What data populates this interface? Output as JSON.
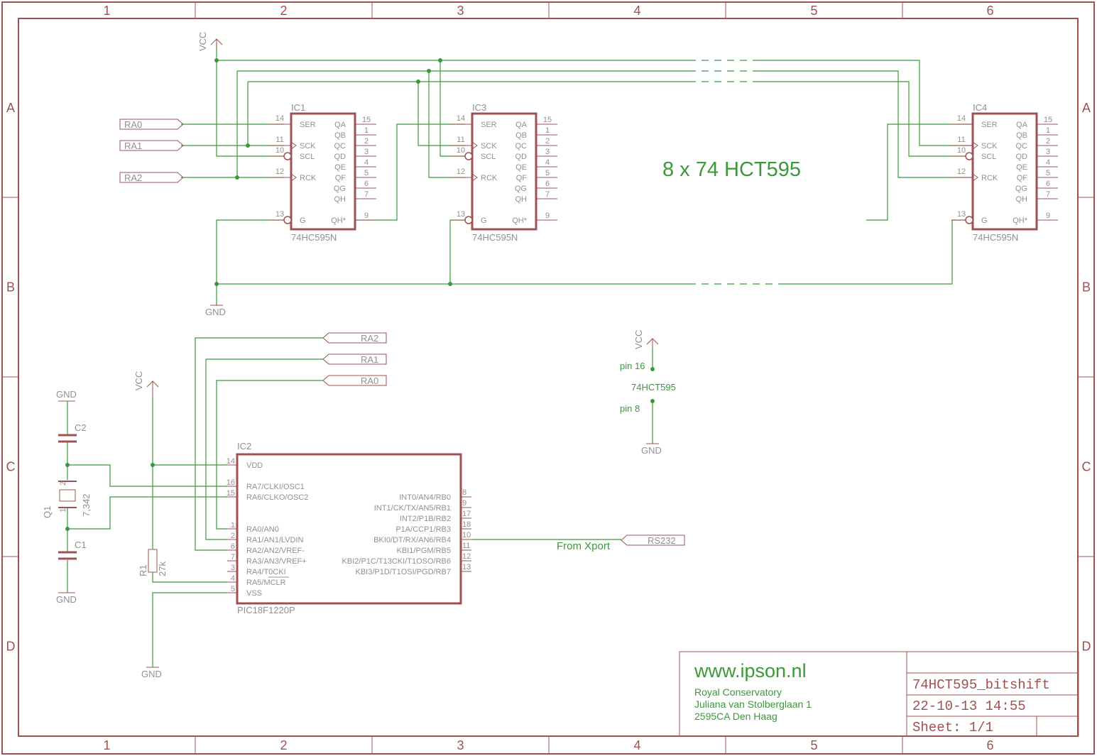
{
  "grid": {
    "columns": [
      "1",
      "2",
      "3",
      "4",
      "5",
      "6"
    ],
    "rows": [
      "A",
      "B",
      "C",
      "D"
    ]
  },
  "title_block": {
    "website": "www.ipson.nl",
    "address_lines": [
      "Royal Conservatory",
      "Juliana van Stolberglaan 1",
      "2595CA Den Haag"
    ],
    "drawing_name": "74HCT595_bitshift",
    "date": "22-10-13 14:55",
    "sheet": "Sheet: 1/1"
  },
  "heading": "8 x 74 HCT595",
  "nets": {
    "vcc": "VCC",
    "gnd": "GND",
    "ra0": "RA0",
    "ra1": "RA1",
    "ra2": "RA2",
    "rs232": "RS232",
    "from_xport": "From Xport"
  },
  "shift_registers": [
    {
      "ref": "IC1",
      "part": "74HC595N"
    },
    {
      "ref": "IC3",
      "part": "74HC595N"
    },
    {
      "ref": "IC4",
      "part": "74HC595N"
    }
  ],
  "sr_pins_left": [
    {
      "num": "14",
      "name": "SER"
    },
    {
      "num": "11",
      "name": "SCK"
    },
    {
      "num": "10",
      "name": "SCL"
    },
    {
      "num": "12",
      "name": "RCK"
    },
    {
      "num": "13",
      "name": "G"
    }
  ],
  "sr_pins_right": [
    {
      "num": "15",
      "name": "QA"
    },
    {
      "num": "1",
      "name": "QB"
    },
    {
      "num": "2",
      "name": "QC"
    },
    {
      "num": "3",
      "name": "QD"
    },
    {
      "num": "4",
      "name": "QE"
    },
    {
      "num": "5",
      "name": "QF"
    },
    {
      "num": "6",
      "name": "QG"
    },
    {
      "num": "7",
      "name": "QH"
    },
    {
      "num": "9",
      "name": "QH*"
    }
  ],
  "mcu": {
    "ref": "IC2",
    "part": "PIC18F1220P",
    "pins_left": [
      {
        "num": "14",
        "name": "VDD"
      },
      {
        "num": "16",
        "name": "RA7/CLKI/OSC1"
      },
      {
        "num": "15",
        "name": "RA6/CLKO/OSC2"
      },
      {
        "num": "1",
        "name": "RA0/AN0"
      },
      {
        "num": "2",
        "name": "RA1/AN1/LVDIN"
      },
      {
        "num": "6",
        "name": "RA2/AN2/VREF-"
      },
      {
        "num": "7",
        "name": "RA3/AN3/VREF+"
      },
      {
        "num": "3",
        "name": "RA4/T0CKI"
      },
      {
        "num": "4",
        "name": "RA5/MCLR"
      },
      {
        "num": "5",
        "name": "VSS"
      }
    ],
    "pins_right": [
      {
        "num": "8",
        "name": "INT0/AN4/RB0"
      },
      {
        "num": "9",
        "name": "INT1/CK/TX/AN5/RB1"
      },
      {
        "num": "17",
        "name": "INT2/P1B/RB2"
      },
      {
        "num": "18",
        "name": "P1A/CCP1/RB3"
      },
      {
        "num": "10",
        "name": "BKI0/DT/RX/AN6/RB4"
      },
      {
        "num": "11",
        "name": "KBI1/PGM/RB5"
      },
      {
        "num": "12",
        "name": "KBI2/P1C/T13CKI/T1OSO/RB6"
      },
      {
        "num": "13",
        "name": "KBI3/P1D/T1OSI/PGD/RB7"
      }
    ]
  },
  "passives": {
    "c1": "C1",
    "c2": "C2",
    "q1": "Q1",
    "q1_value": "7,342",
    "q1_pin1": "1",
    "q1_pin2": "2",
    "r1": "R1",
    "r1_value": "27k"
  },
  "power_note": {
    "pin16": "pin 16",
    "chip": "74HCT595",
    "pin8": "pin 8"
  }
}
